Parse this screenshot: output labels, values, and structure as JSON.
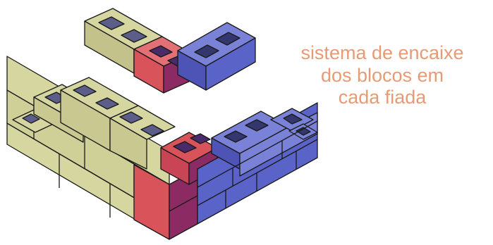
{
  "caption": {
    "lines": [
      "sistema de encaixe",
      "dos blocos em",
      "cada fiada"
    ]
  },
  "colors": {
    "caption_text": "#e89a73",
    "block_khaki": "#d6d6a0",
    "block_khaki_dark": "#b8b87e",
    "block_red": "#d9535a",
    "block_red_dark": "#8c2a64",
    "block_blue": "#5a63c8",
    "block_blue_dark": "#3b3f9a",
    "outline": "#1a1a1a"
  },
  "icons": [
    "masonry-corner-illustration"
  ]
}
